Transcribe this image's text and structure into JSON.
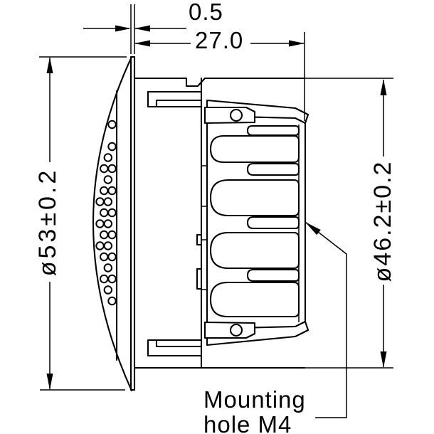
{
  "page": {
    "background": "#ffffff",
    "line_color": "#000000"
  },
  "dimensions": {
    "flange_thickness": "0.5",
    "mounting_depth": "27.0",
    "front_plate_diameter": "ø53±0.2",
    "rear_body_diameter": "ø46.2±0.2"
  },
  "annotations": {
    "mounting_hole_line1": "Mounting",
    "mounting_hole_line2": "hole M4"
  }
}
